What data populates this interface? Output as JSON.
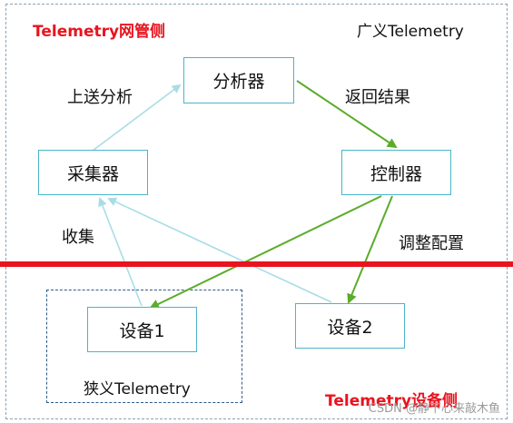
{
  "titles": {
    "nms_side": "Telemetry网管侧",
    "device_side": "Telemetry设备侧",
    "broad": "广义Telemetry",
    "narrow": "狭义Telemetry"
  },
  "nodes": {
    "analyzer": "分析器",
    "collector": "采集器",
    "controller": "控制器",
    "device1": "设备1",
    "device2": "设备2"
  },
  "edge_labels": {
    "upload_analyze": "上送分析",
    "return_result": "返回结果",
    "collect": "收集",
    "adjust_config": "调整配置"
  },
  "colors": {
    "collect_flow": "#a8dde6",
    "control_flow": "#5aac2a",
    "separator": "#e8141f",
    "title": "#e8141f",
    "node_border": "#4bb5c9"
  },
  "watermark": "CSDN @静下心来敲木鱼"
}
